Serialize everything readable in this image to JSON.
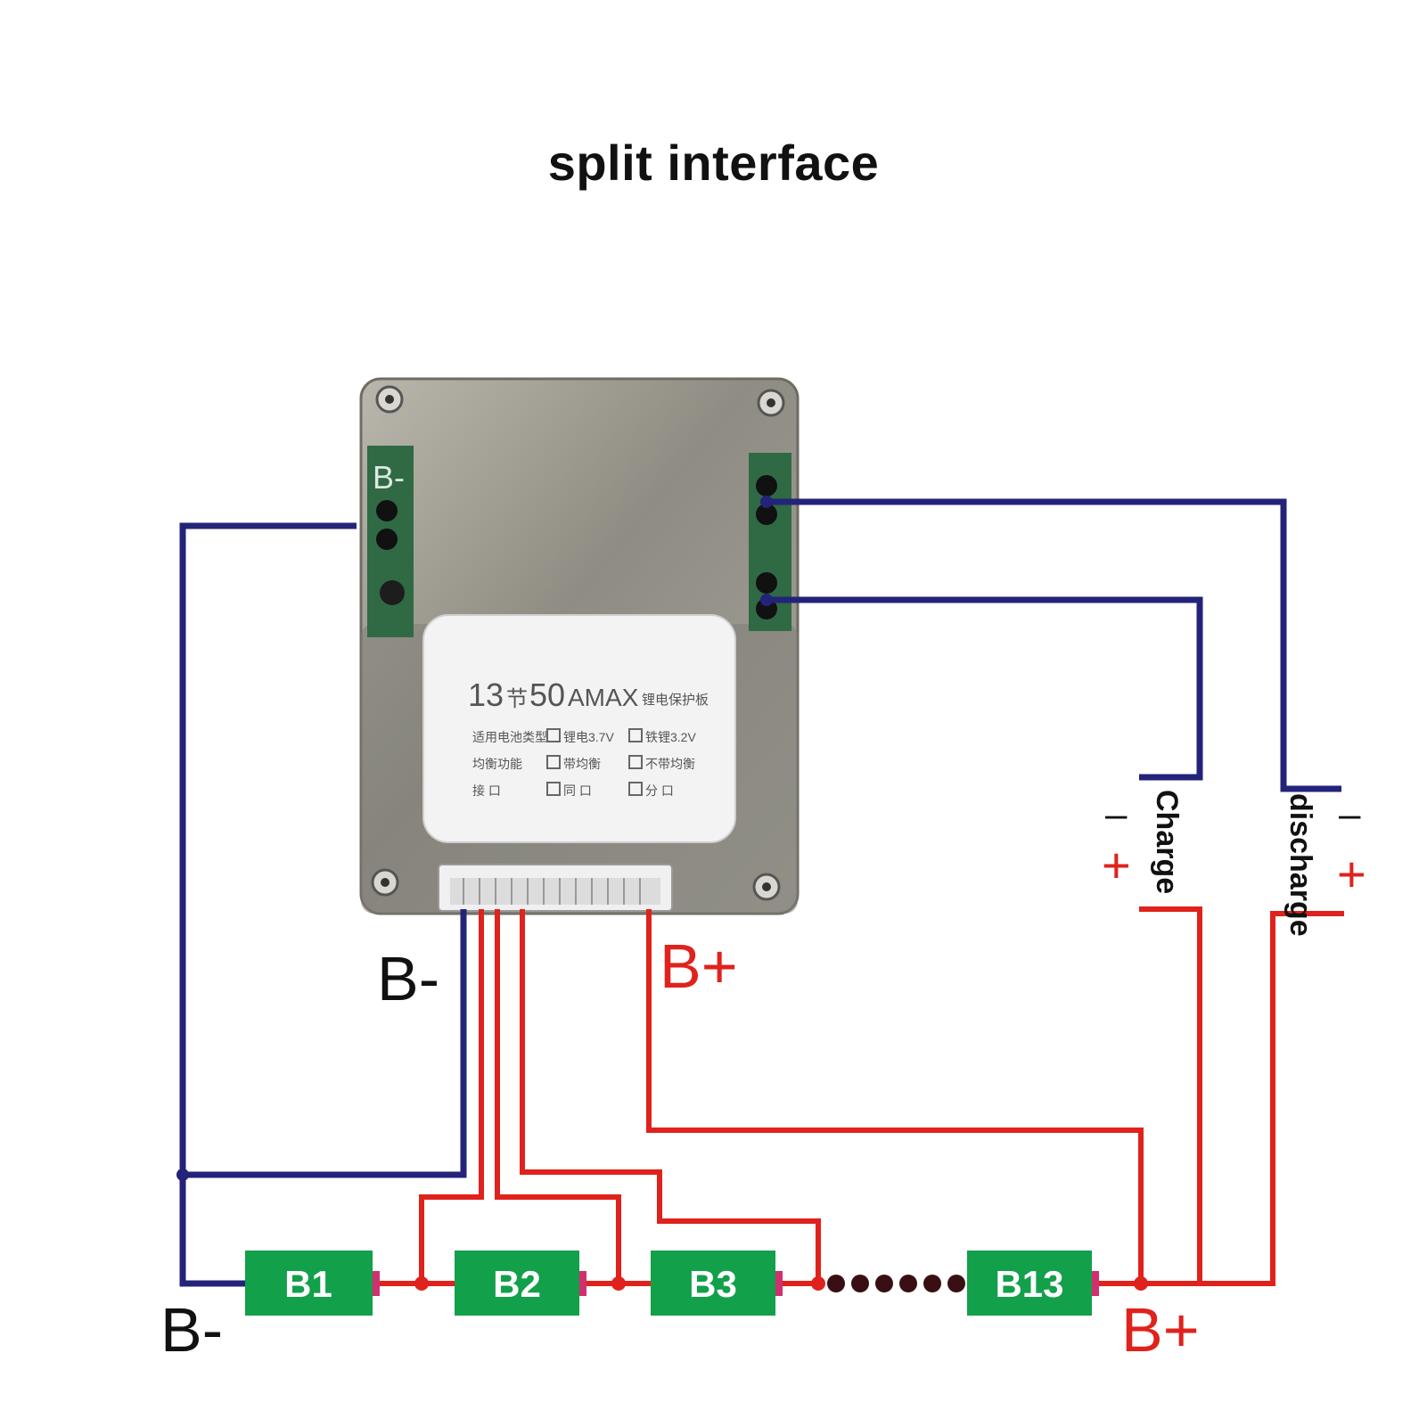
{
  "title": "split interface",
  "board": {
    "left_pad_label": "B-",
    "card": {
      "cells": "13",
      "cells_suffix": "节",
      "current": "50",
      "current_suffix": "AMAX",
      "card_caption": "锂电保护板",
      "row1_label": "适用电池类型",
      "row1_opt1": "锂电3.7V",
      "row1_opt2": "铁锂3.2V",
      "row2_label": "均衡功能",
      "row2_opt1": "带均衡",
      "row2_opt2": "不带均衡",
      "row3_label": "接 口",
      "row3_opt1": "同 口",
      "row3_opt2": "分 口"
    }
  },
  "labels": {
    "board_bminus": "B-",
    "board_bplus": "B+",
    "pack_bminus": "B-",
    "pack_bplus": "B+",
    "charge": "Charge",
    "discharge": "discharge",
    "charge_minus": "–",
    "charge_plus": "+",
    "discharge_minus": "–",
    "discharge_plus": "+"
  },
  "cells": [
    "B1",
    "B2",
    "B3",
    "B13"
  ],
  "colors": {
    "negative_wire": "#23237a",
    "positive_wire": "#e0221c",
    "cell_green": "#12a04a",
    "terminal_pink": "#d0306e",
    "board_metal": "#9c9a90"
  }
}
